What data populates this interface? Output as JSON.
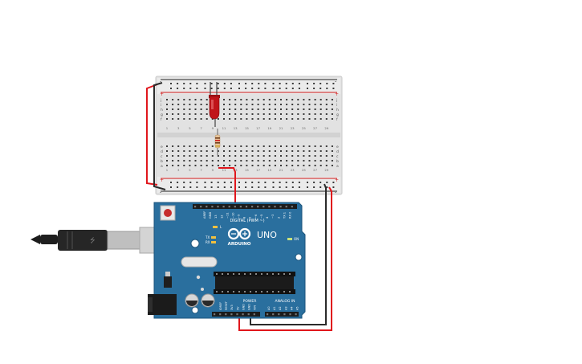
{
  "breadboard": {
    "row_letters_top": [
      "j",
      "i",
      "h",
      "g",
      "f"
    ],
    "row_letters_bottom": [
      "e",
      "d",
      "c",
      "b",
      "a"
    ],
    "rail_plus": "+",
    "rail_minus": "-",
    "column_numbers": [
      "1",
      "3",
      "5",
      "7",
      "9",
      "11",
      "13",
      "15",
      "17",
      "19",
      "21",
      "23",
      "25",
      "27",
      "29"
    ]
  },
  "arduino": {
    "brand": "ARDUINO",
    "model": "UNO",
    "on_label": "ON",
    "tx_label": "TX",
    "rx_label": "RX",
    "l_label": "L",
    "aref_label": "AREF",
    "gnd_label": "GND",
    "digital_label": "DIGITAL (PWM ~)",
    "power_label": "POWER",
    "analog_label": "ANALOG IN",
    "digital_pins": [
      "13",
      "12",
      "~11",
      "~10",
      "~9",
      "8",
      "7",
      "~6",
      "~5",
      "4",
      "~3",
      "2",
      "TX 1",
      "RX 0"
    ],
    "power_pins": [
      "IOREF",
      "RESET",
      "3V3",
      "5V",
      "GND",
      "GND",
      "VIN"
    ],
    "analog_pins": [
      "A0",
      "A1",
      "A2",
      "A3",
      "A4",
      "A5"
    ]
  },
  "colors": {
    "board_blue": "#2a6f9e",
    "wire_red": "#e0161c",
    "wire_black": "#2b2b2b",
    "led_red": "#c0141a",
    "breadboard": "#e4e4e4"
  }
}
